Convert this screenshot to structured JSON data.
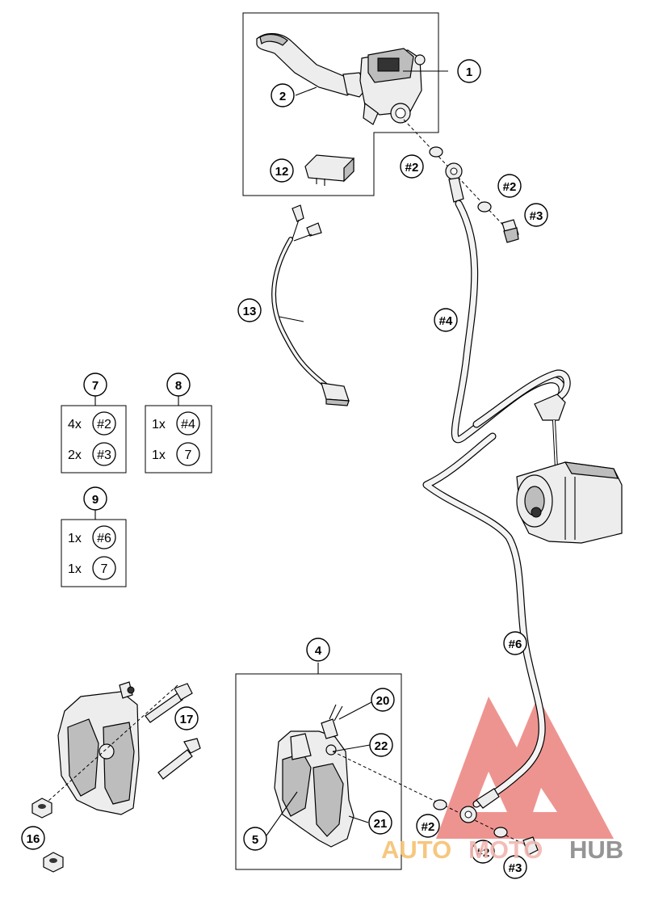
{
  "callouts": {
    "c1": "1",
    "c2": "2",
    "c12": "12",
    "c13": "13",
    "c4": "4",
    "c5": "5",
    "c16": "16",
    "c17": "17",
    "c20": "20",
    "c21": "21",
    "c22": "22",
    "h2_top": "#2",
    "h2_right": "#2",
    "h3_top": "#3",
    "h4": "#4",
    "h6": "#6",
    "h2_bottom_a": "#2",
    "h2_bottom_b": "#2",
    "h3_bottom": "#3"
  },
  "kits": [
    {
      "number": "7",
      "rows": [
        {
          "qty": "4x",
          "ref": "#2"
        },
        {
          "qty": "2x",
          "ref": "#3"
        }
      ]
    },
    {
      "number": "8",
      "rows": [
        {
          "qty": "1x",
          "ref": "#4"
        },
        {
          "qty": "1x",
          "ref": "7"
        }
      ]
    },
    {
      "number": "9",
      "rows": [
        {
          "qty": "1x",
          "ref": "#6"
        },
        {
          "qty": "1x",
          "ref": "7"
        }
      ]
    }
  ],
  "watermark": {
    "text_part1": "AUTO",
    "text_part2": "MOTO",
    "text_part3": "HUB",
    "colors": {
      "triangle": "#e8706b",
      "auto": "#f6c272",
      "moto": "#f2b6b0",
      "hub": "#8a8a8a"
    }
  }
}
